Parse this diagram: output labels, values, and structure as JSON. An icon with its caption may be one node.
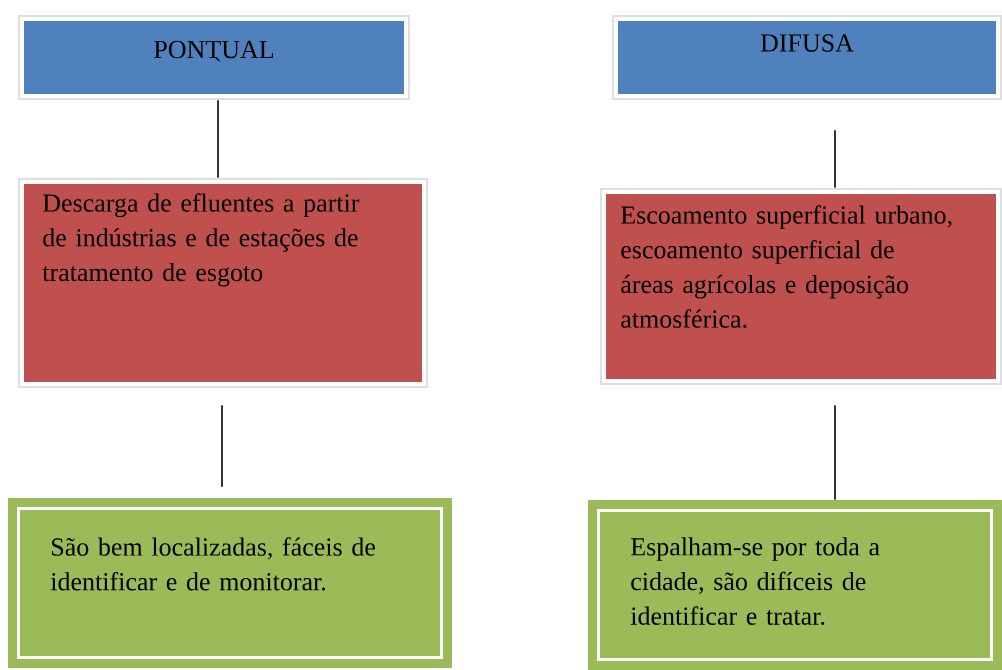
{
  "diagram": {
    "nodes": [
      {
        "text": [
          "PONTUAL"
        ]
      },
      {
        "text": [
          "Descarga de efluentes a partir de indústrias e de estações de tratamento de esgoto"
        ]
      },
      {
        "text": [
          "São bem localizadas, fáceis de identificar e de monitorar."
        ]
      },
      {
        "text": [
          "DIFUSA"
        ]
      },
      {
        "text": [
          "Escoamento superficial urbano, escoamento superficial de áreas agrícolas e deposição atmosférica."
        ]
      },
      {
        "text": [
          "Espalham-se por toda a cidade, são difíceis de identificar e tratar."
        ]
      }
    ],
    "edges": [
      {
        "from": 0,
        "to": 1,
        "arrow": "none"
      },
      {
        "from": 1,
        "to": 2,
        "arrow": "none"
      },
      {
        "from": 3,
        "to": 4,
        "arrow": "none"
      },
      {
        "from": 4,
        "to": 5,
        "arrow": "none"
      }
    ],
    "labels": [
      "`"
    ]
  }
}
